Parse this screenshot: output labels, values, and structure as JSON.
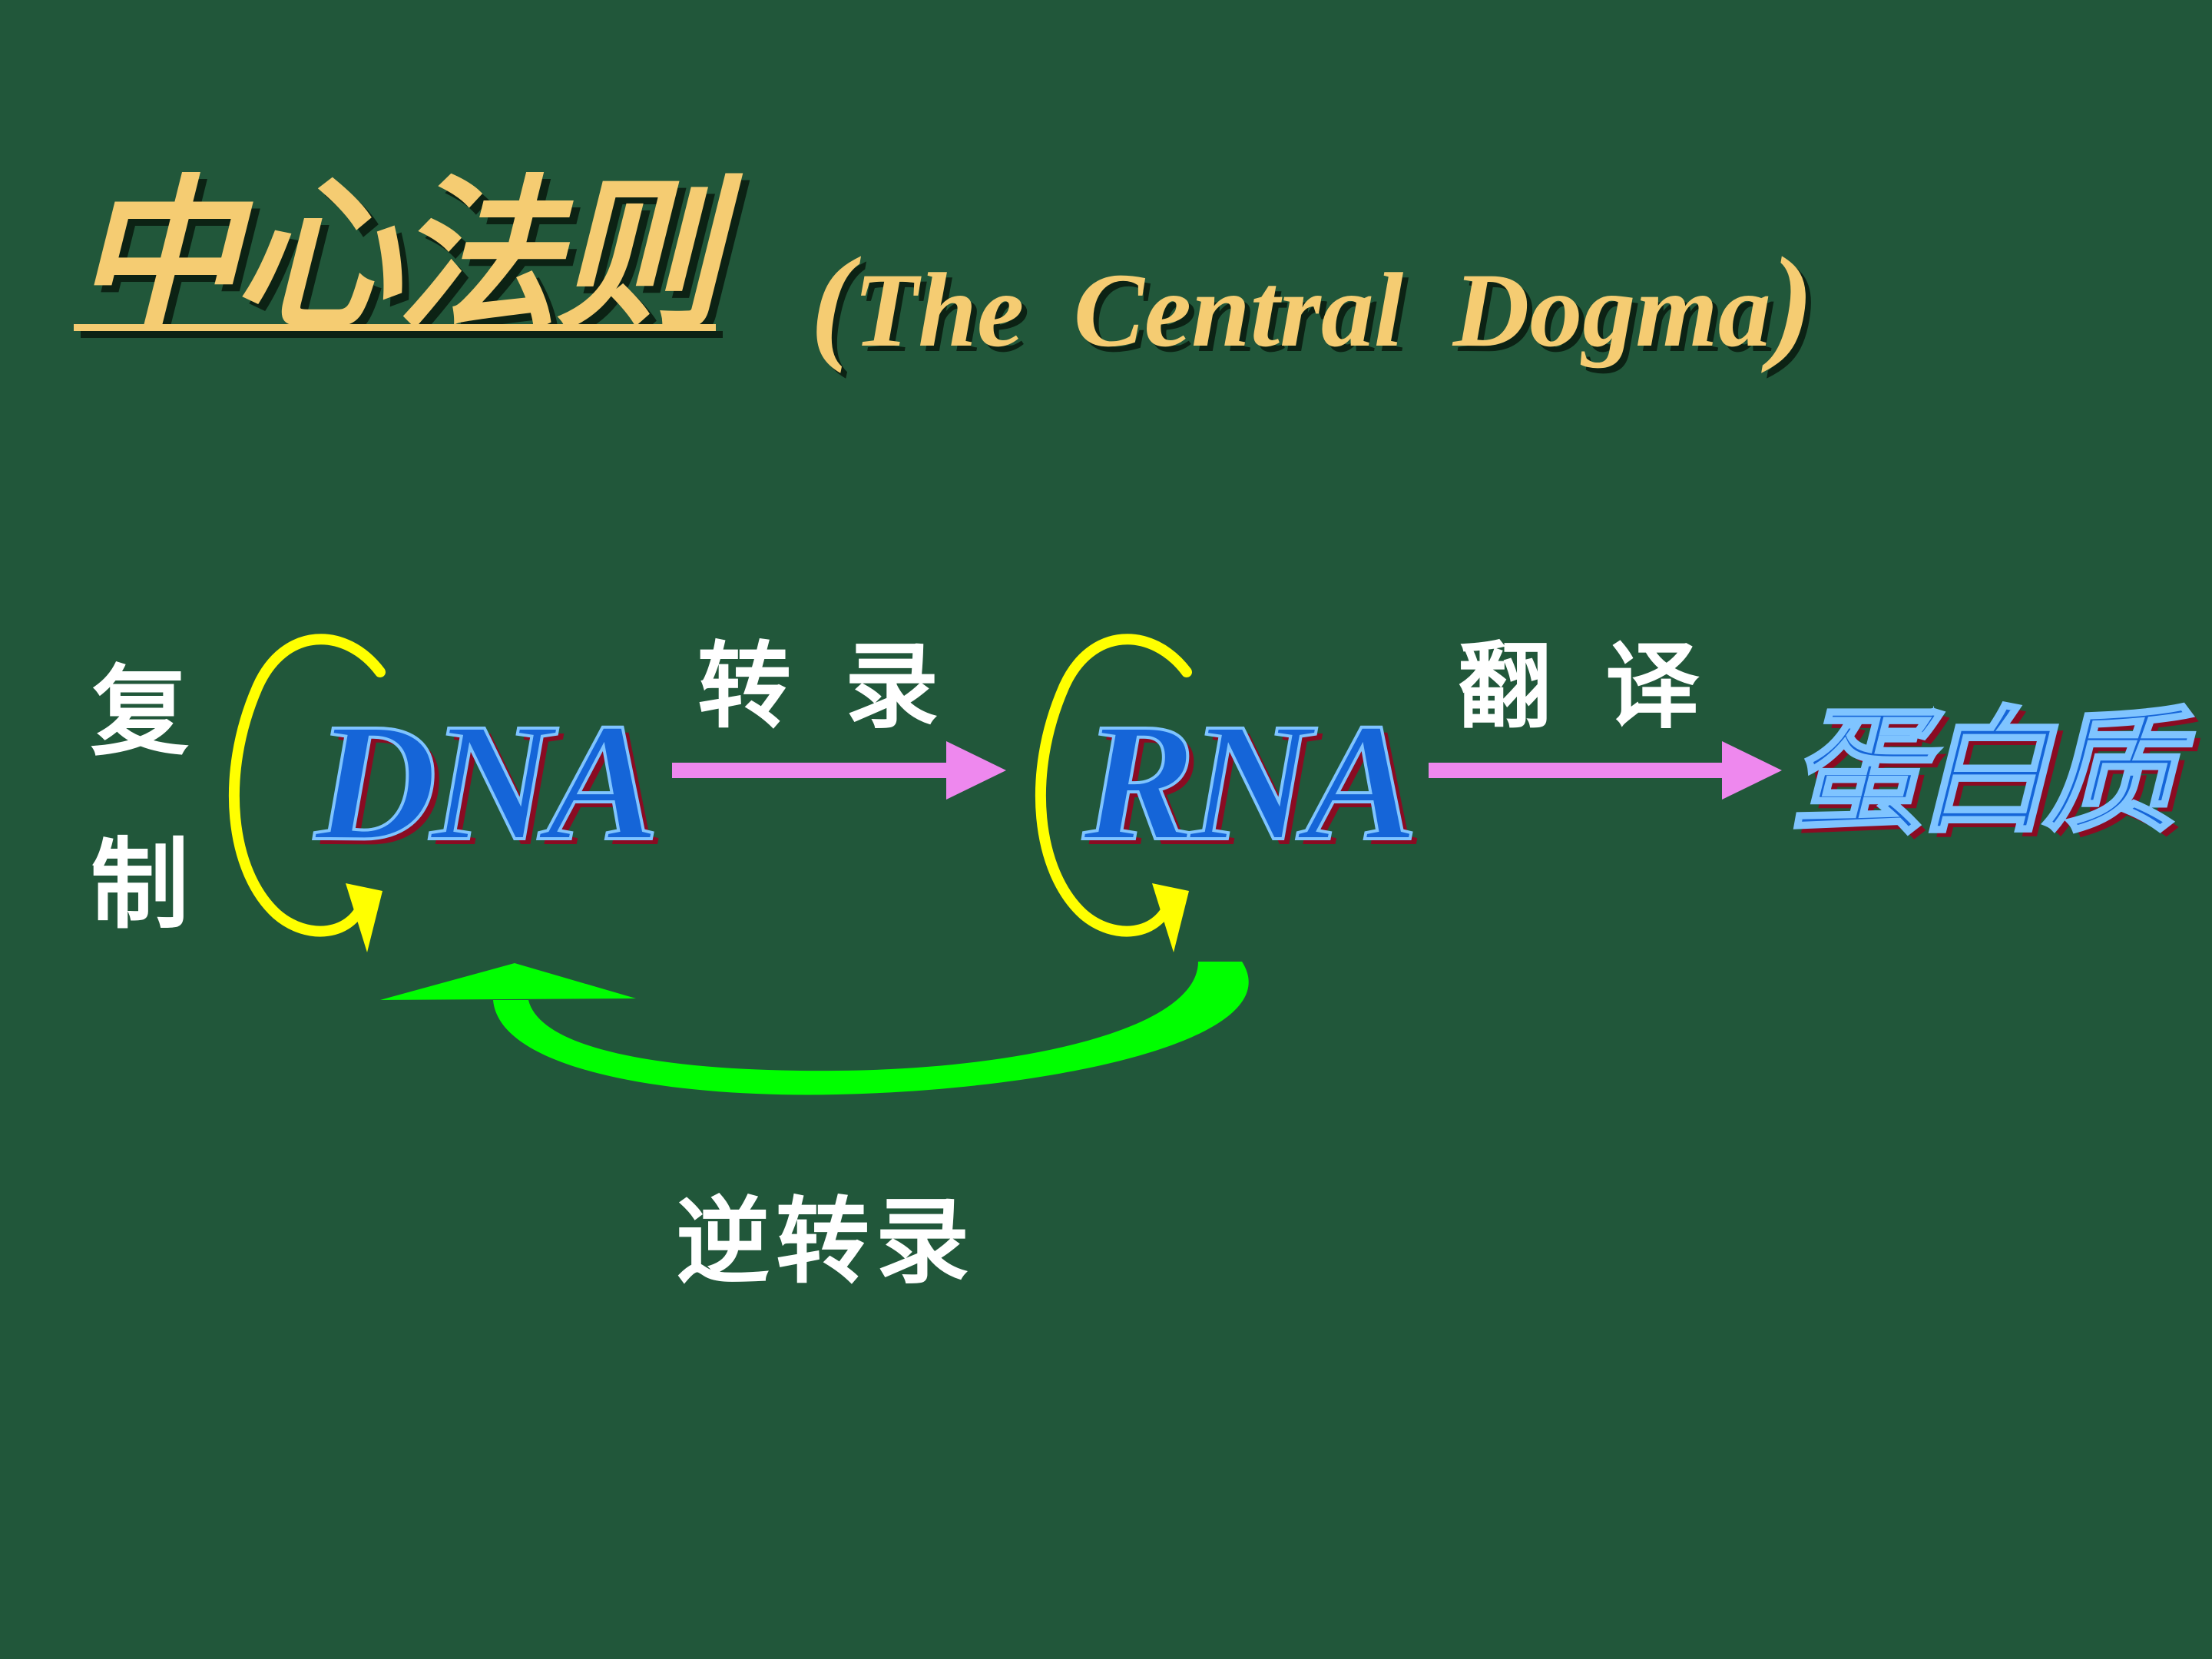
{
  "title": {
    "chinese": "中心法则",
    "open_paren": "(",
    "english": "The Central Dogma",
    "close_paren": ")"
  },
  "nodes": {
    "dna": "DNA",
    "rna": "RNA",
    "protein": "蛋白质"
  },
  "processes": {
    "replication": "复制",
    "transcription": "转录",
    "translation": "翻译",
    "reverse_transcription": "逆转录"
  },
  "colors": {
    "background": "#21573a",
    "title": "#f5cc72",
    "replication_arrow": "#ffff00",
    "forward_arrow": "#ee88ee",
    "reverse_arrow": "#00ff00",
    "node_text": "#1565d8",
    "node_shadow": "#8a0b22",
    "label_text": "#ffffff"
  }
}
